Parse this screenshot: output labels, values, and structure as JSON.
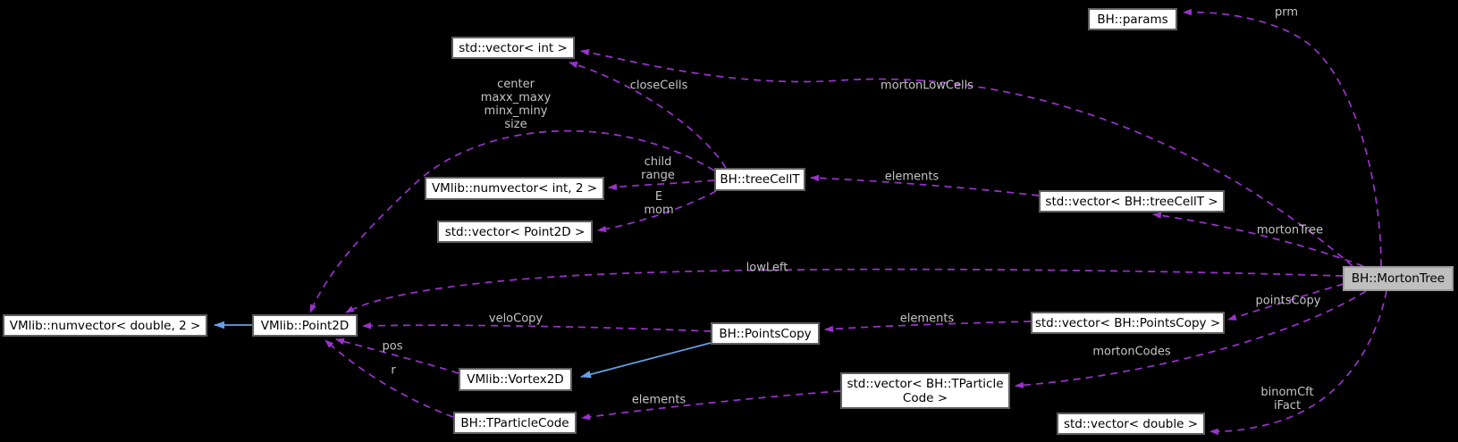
{
  "diagram": {
    "kind": "collaboration-graph",
    "focus_node": "BH::MortonTree"
  },
  "colors": {
    "background": "#000000",
    "edge_dashed": "#9a32cd",
    "edge_inheritance": "#63a0e8",
    "edge_label_text": "#c4c4c4",
    "node_fill": "#ffffff",
    "node_border": "#5f5f5f",
    "node_text": "#000000",
    "focus_node_fill": "#bfbfbf",
    "focus_node_border": "#9a9a9a"
  },
  "nodes": {
    "params": {
      "label": "BH::params"
    },
    "vec_int": {
      "label": "std::vector< int >"
    },
    "numvec_int": {
      "label": "VMlib::numvector< int, 2 >"
    },
    "treecellt": {
      "label": "BH::treeCellT"
    },
    "vec_treecellt": {
      "label": "std::vector< BH::treeCellT >"
    },
    "vec_point2d": {
      "label": "std::vector< Point2D >"
    },
    "mortontree": {
      "label": "BH::MortonTree"
    },
    "numvec_double": {
      "label": "VMlib::numvector< double, 2 >"
    },
    "point2d": {
      "label": "VMlib::Point2D"
    },
    "pointscopy": {
      "label": "BH::PointsCopy"
    },
    "vec_pointscopy": {
      "label": "std::vector< BH::PointsCopy >"
    },
    "vortex2d": {
      "label": "VMlib::Vortex2D"
    },
    "vec_tparticle": {
      "label": "std::vector< BH::TParticle\nCode >"
    },
    "tparticlecode": {
      "label": "BH::TParticleCode"
    },
    "vec_double": {
      "label": "std::vector< double >"
    }
  },
  "edge_labels": {
    "prm": "prm",
    "morton_low_cells": "mortonLowCells",
    "close_cells": "closeCells",
    "center_group": "center\nmaxx_maxy\nminx_miny\nsize",
    "child_range": "child\nrange",
    "e_mom": "E\nmom",
    "elements_tree": "elements",
    "morton_tree": "mortonTree",
    "low_left": "lowLeft",
    "velo_copy": "veloCopy",
    "elements_points": "elements",
    "points_copy": "pointsCopy",
    "morton_codes": "mortonCodes",
    "pos": "pos",
    "r": "r",
    "elements_particle": "elements",
    "binom_ifact": "binomCft\niFact"
  }
}
